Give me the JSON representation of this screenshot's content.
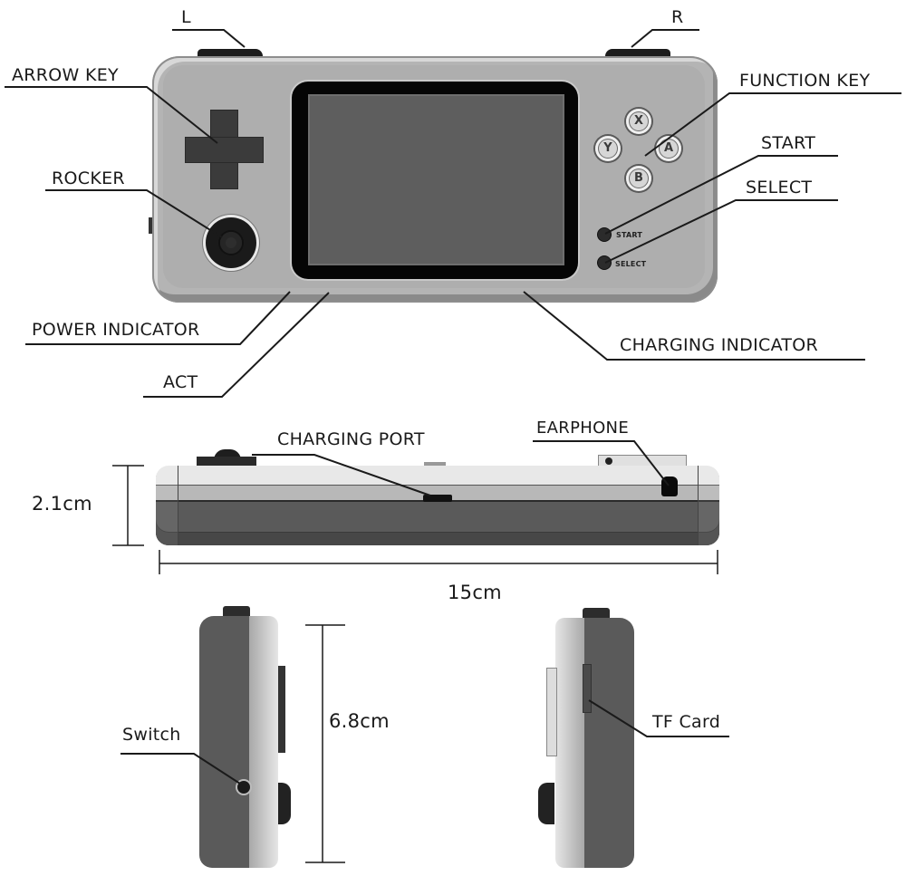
{
  "diagram": {
    "subject": "Handheld game console dimension and parts diagram",
    "front_view": {
      "labels": {
        "l_shoulder": "L",
        "r_shoulder": "R",
        "arrow_key": "ARROW KEY",
        "rocker": "ROCKER",
        "function_key": "FUNCTION KEY",
        "start": "START",
        "select": "SELECT",
        "power_indicator": "POWER INDICATOR",
        "act": "ACT",
        "charging_indicator": "CHARGING INDICATOR"
      },
      "face_buttons": {
        "x": "X",
        "y": "Y",
        "a": "A",
        "b": "B"
      },
      "button_print": {
        "start": "START",
        "select": "SELECT"
      }
    },
    "top_view": {
      "labels": {
        "charging_port": "CHARGING PORT",
        "earphone": "EARPHONE"
      },
      "dimensions": {
        "height": "2.1cm",
        "width": "15cm"
      }
    },
    "side_views": {
      "labels": {
        "switch": "Switch",
        "tf_card": "TF Card"
      },
      "dimensions": {
        "depth": "6.8cm"
      }
    },
    "colors": {
      "body": "#b4b4b4",
      "bezel": "#050505",
      "screen": "#5e5e5e",
      "dark_shell": "#5a5a5a",
      "lines": "#1a1a1a"
    }
  }
}
